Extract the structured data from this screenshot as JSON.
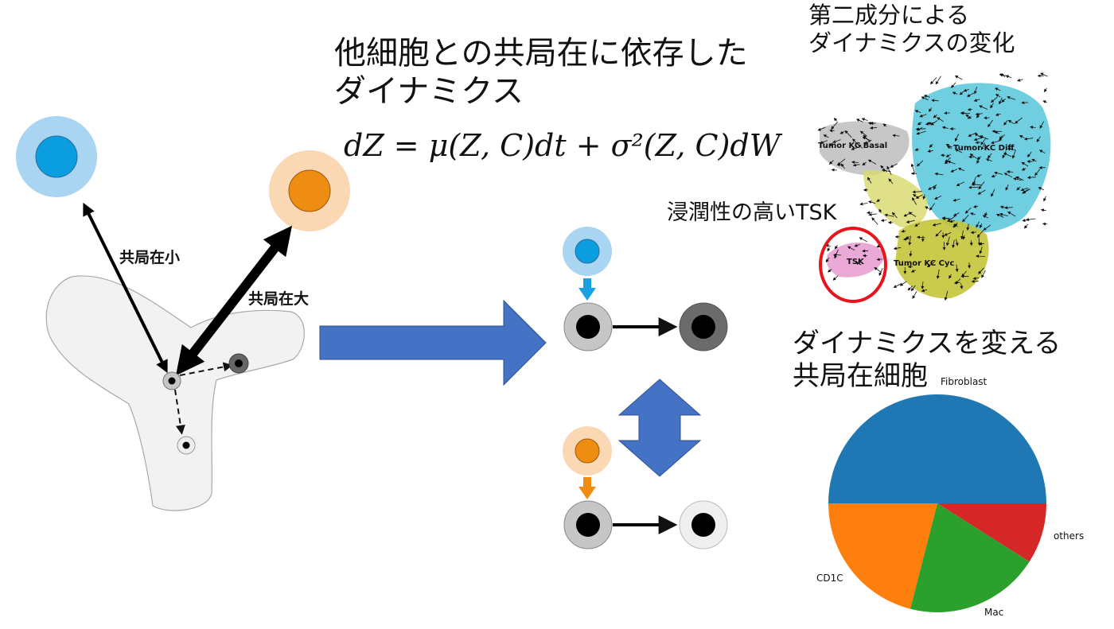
{
  "title": {
    "line1": "他細胞との共局在に依存した",
    "line2": "ダイナミクス"
  },
  "equation": "dZ = μ(Z, C)dt + σ²(Z, C)dW",
  "left_panel": {
    "label_small": "共局在小",
    "label_large": "共局在大"
  },
  "umap_panel": {
    "title_line1": "第二成分による",
    "title_line2": "ダイナミクスの変化",
    "cluster_labels": [
      "Tumor KC Basal",
      "Tumor KC Diff",
      "TSK",
      "Tumor KC Cyc"
    ],
    "tsk_annotation": "浸潤性の高いTSK"
  },
  "pie_panel": {
    "title_line1": "ダイナミクスを変える",
    "title_line2": "共局在細胞"
  },
  "chart_data": {
    "type": "pie",
    "categories": [
      "Fibroblast",
      "others",
      "Mac",
      "CD1C"
    ],
    "values": [
      50,
      9,
      20,
      21
    ],
    "colors": [
      "#1f77b4",
      "#d62728",
      "#2ca02c",
      "#ff7f0e"
    ]
  },
  "colors": {
    "arrow_blue": "#4472c4",
    "cell_blue": "#0a9de0",
    "cell_orange": "#ef8d12",
    "tsk_circle": "#e8141c"
  }
}
